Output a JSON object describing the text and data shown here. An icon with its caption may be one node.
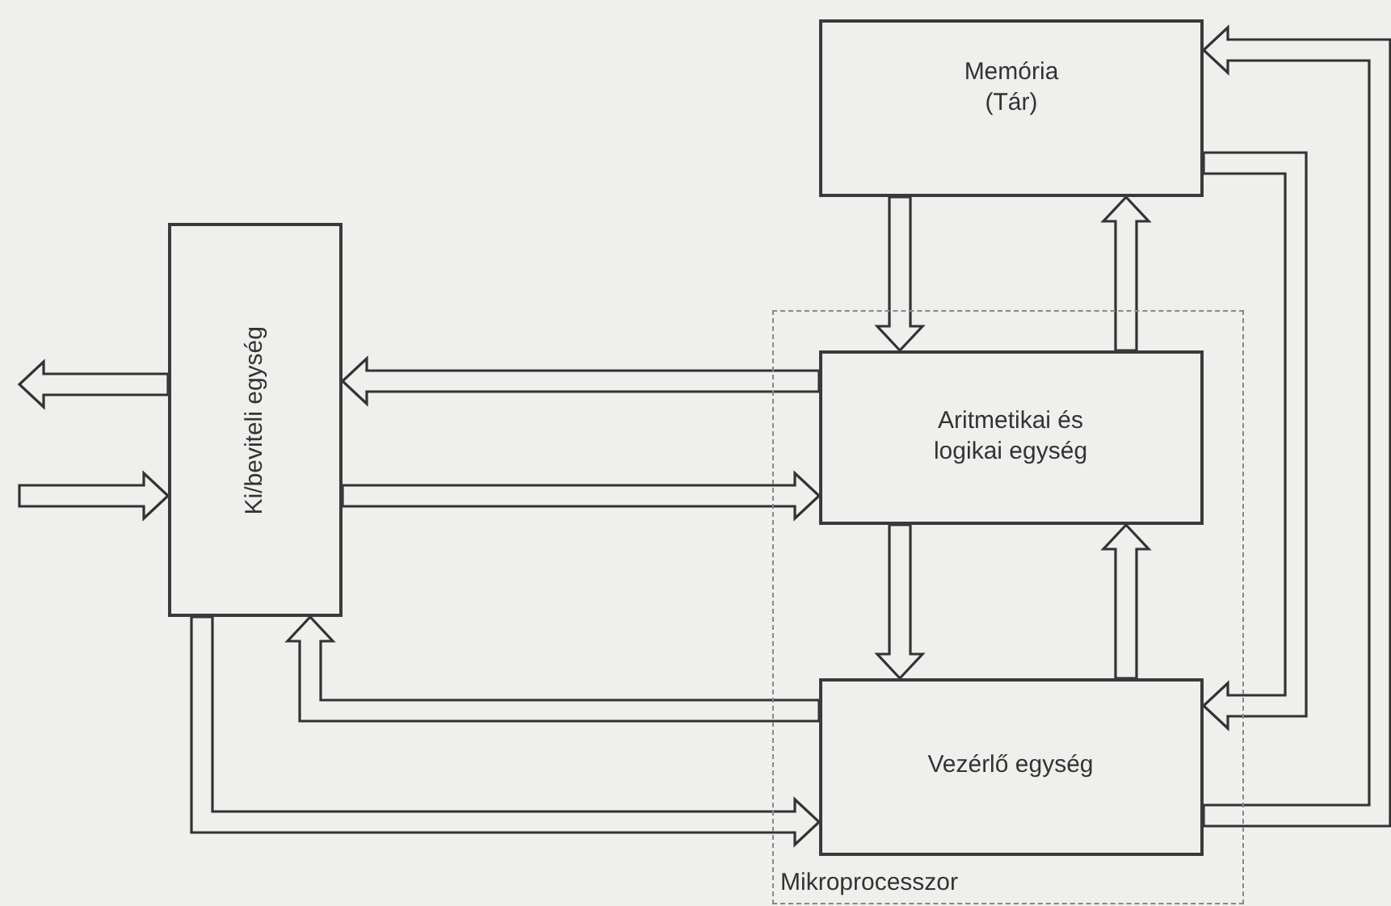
{
  "diagram": {
    "nodes": [
      {
        "text": [
          "Memória (Tár)"
        ]
      },
      {
        "text": [
          "Ki/beviteli egység"
        ]
      },
      {
        "text": [
          "Mikroprocesszor"
        ]
      },
      {
        "text": [
          "Aritmetikai és logikai egység"
        ],
        "in": 2
      },
      {
        "text": [
          "Vezérlő egység"
        ],
        "in": 2
      }
    ],
    "edges": [
      {
        "from": 0,
        "to": 3,
        "arrow": "to"
      },
      {
        "from": 3,
        "to": 0,
        "arrow": "to"
      },
      {
        "from": 3,
        "to": 4,
        "arrow": "to"
      },
      {
        "from": 4,
        "to": 3,
        "arrow": "to"
      },
      {
        "from": 3,
        "to": 1,
        "arrow": "to"
      },
      {
        "from": 1,
        "to": 3,
        "arrow": "to"
      },
      {
        "from": 4,
        "to": 1,
        "arrow": "to"
      },
      {
        "from": 1,
        "to": 4,
        "arrow": "to"
      },
      {
        "from": 0,
        "to": 4,
        "arrow": "to"
      },
      {
        "from": 4,
        "to": 0,
        "arrow": "to"
      },
      {
        "from": 1,
        "to": null,
        "arrow": "to"
      },
      {
        "from": null,
        "to": 1,
        "arrow": "to"
      }
    ]
  }
}
